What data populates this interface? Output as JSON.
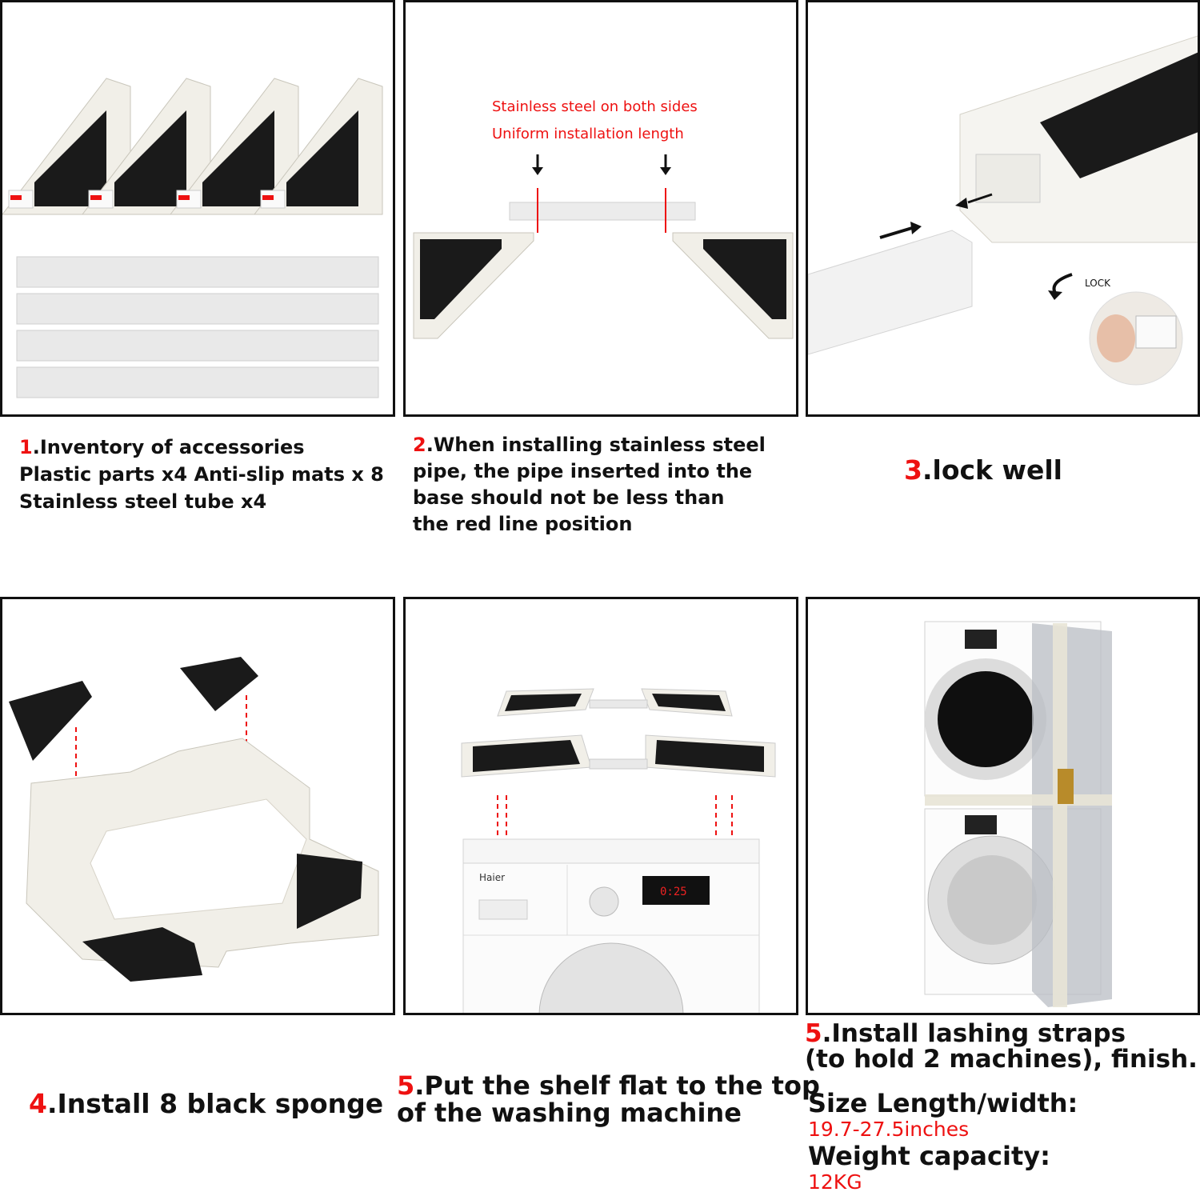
{
  "panels": {
    "p2": {
      "red_line_1": "Stainless steel on both sides",
      "red_line_2": "Uniform installation length"
    },
    "p3": {
      "lock_label": "LOCK"
    },
    "p6": {
      "brand_label": "Haier",
      "display_value": "0:25"
    }
  },
  "captions": {
    "c1": {
      "num": "1",
      "line1": ".Inventory of accessories",
      "line2": "Plastic parts x4 Anti-slip mats x 8",
      "line3": "Stainless steel tube x4"
    },
    "c2": {
      "num": "2",
      "line1": ".When installing stainless steel",
      "line2": "pipe, the pipe inserted into the",
      "line3": "base should not be less than",
      "line4": "the red line position"
    },
    "c3": {
      "num": "3",
      "text": ".lock well"
    },
    "c4": {
      "num": "4",
      "text": ".Install 8 black sponge"
    },
    "c5": {
      "num": "5",
      "line1": ".Put the shelf flat to the top",
      "line2": "of the washing machine"
    },
    "c6": {
      "num": "5",
      "line1": ".Install lashing straps",
      "line2": "(to hold 2 machines), finish.",
      "size_label": "Size Length/width:",
      "size_value": "19.7-27.5inches",
      "weight_label": "Weight capacity:",
      "weight_value": "12KG"
    }
  },
  "colors": {
    "accent_red": "#e11111",
    "mat_black": "#1a1a1a",
    "plastic": "#f1efe8"
  }
}
